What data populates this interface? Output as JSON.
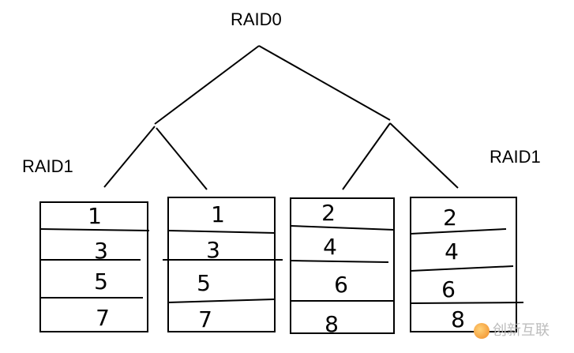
{
  "root": {
    "label": "RAID0"
  },
  "groups": [
    {
      "label": "RAID1",
      "disks": [
        [
          "1",
          "3",
          "5",
          "7"
        ],
        [
          "1",
          "3",
          "5",
          "7"
        ]
      ]
    },
    {
      "label": "RAID1",
      "disks": [
        [
          "2",
          "4",
          "6",
          "8"
        ],
        [
          "2",
          "4",
          "6",
          "8"
        ]
      ]
    }
  ],
  "watermark": {
    "text": "创新互联"
  }
}
